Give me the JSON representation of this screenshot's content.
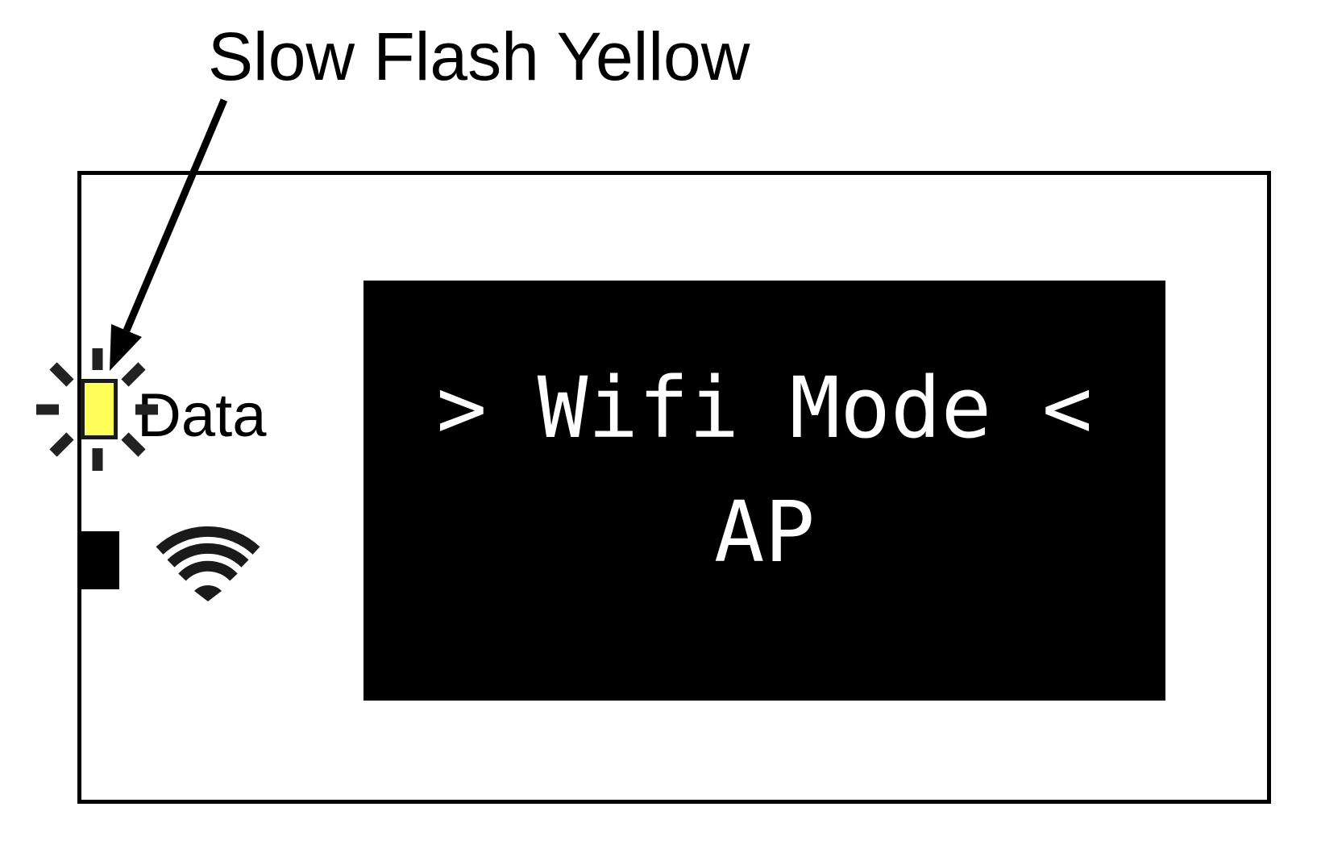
{
  "annotation": {
    "caption": "Slow Flash Yellow",
    "arrow_target": "data-led"
  },
  "device": {
    "led": {
      "label": "Data",
      "color": "#ffff5a",
      "state": "slow-flash"
    },
    "wifi_icon": "wifi-icon",
    "screen": {
      "line1": "> Wifi Mode <",
      "line2": "AP",
      "background": "#000000",
      "text_color": "#ffffff"
    }
  }
}
